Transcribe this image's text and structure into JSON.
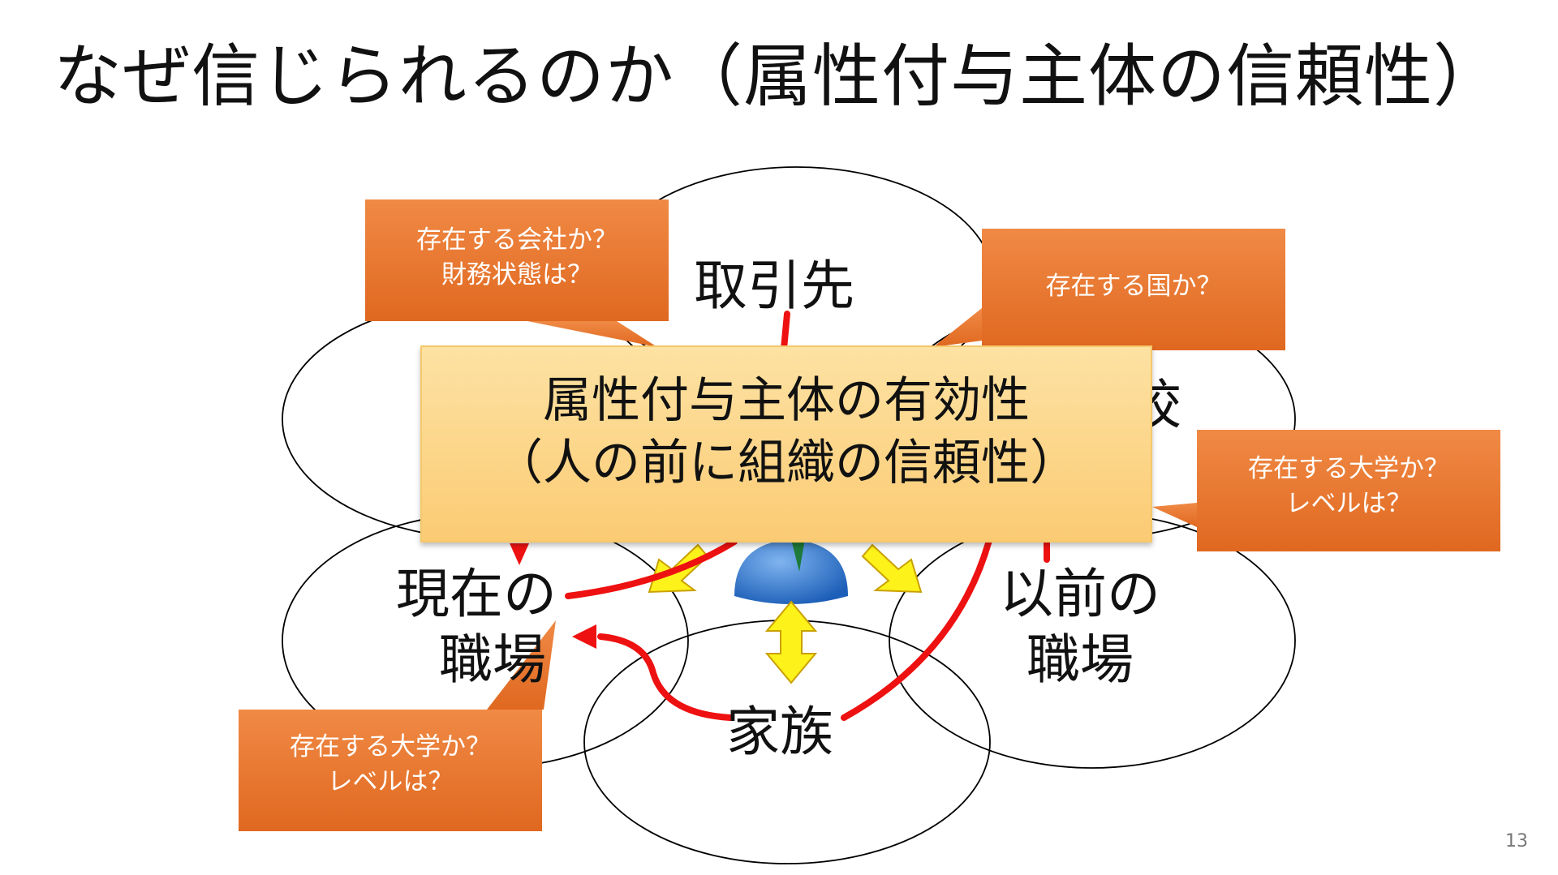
{
  "slide": {
    "title": "なぜ信じられるのか（属性付与主体の信頼性）",
    "page_number": "13"
  },
  "circles": {
    "top": "取引先",
    "right_partial": "校",
    "left_bottom": [
      "現在の",
      "職場"
    ],
    "right_bottom": [
      "以前の",
      "職場"
    ],
    "bottom": "家族"
  },
  "callouts": {
    "company": [
      "存在する会社か？",
      "財務状態は？"
    ],
    "country": [
      "存在する国か？"
    ],
    "university_right": [
      "存在する大学か？",
      "レベルは？"
    ],
    "university_left": [
      "存在する大学か？",
      "レベルは？"
    ]
  },
  "center_box": [
    "属性付与主体の有効性",
    "（人の前に組織の信頼性）"
  ],
  "colors": {
    "callout_fill": "#e8742a",
    "center_fill": "#fcd58b",
    "arrow_red": "#ee1111",
    "arrow_yellow": "#fdf21a"
  }
}
